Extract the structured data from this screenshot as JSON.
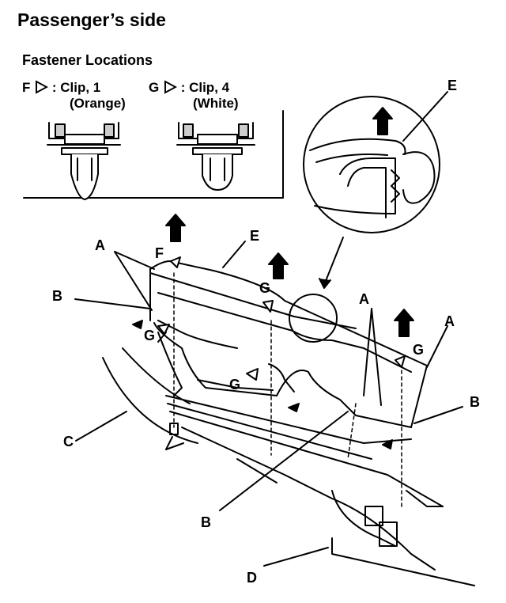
{
  "title": "Passenger’s side",
  "subtitle": "Fastener Locations",
  "legend": [
    {
      "letter": "F",
      "desc": ": Clip, 1",
      "color": "(Orange)"
    },
    {
      "letter": "G",
      "desc": ": Clip, 4",
      "color": "(White)"
    }
  ],
  "labels": {
    "A": "A",
    "B": "B",
    "C": "C",
    "D": "D",
    "E": "E",
    "F": "F",
    "G": "G"
  }
}
